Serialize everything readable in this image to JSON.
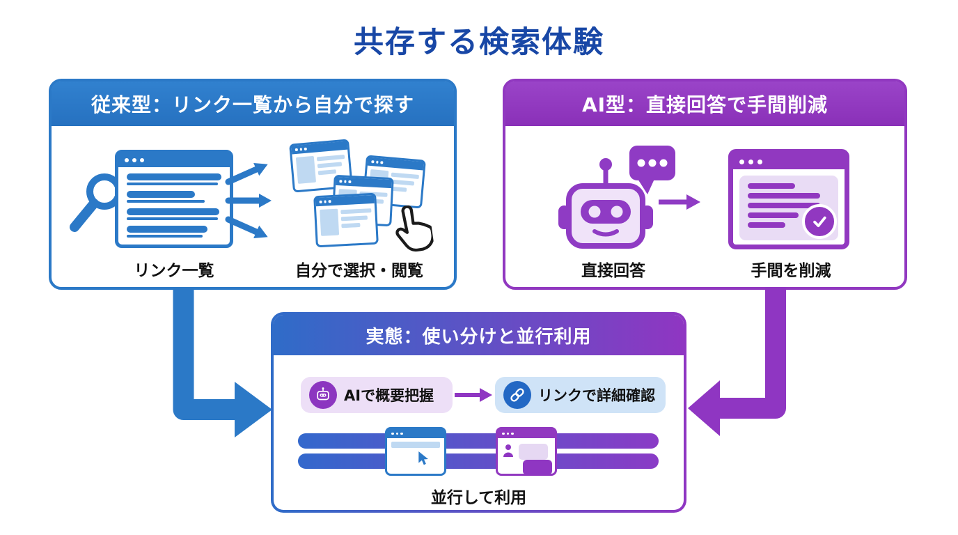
{
  "title": "共存する検索体験",
  "colors": {
    "title_navy": "#1847A6",
    "blue": "#2B79C7",
    "light_blue": "#BFD9F2",
    "pale_blue_pill": "#CFE3F7",
    "purple": "#9138C0",
    "lavender": "#EDDFF7",
    "gradient_blue": "#2F6CC8",
    "gradient_purple": "#8F36C2"
  },
  "panel_traditional": {
    "header": "従来型：リンク一覧から自分で探す",
    "label_links": "リンク一覧",
    "label_browse": "自分で選択・閲覧"
  },
  "panel_ai": {
    "header": "AI型：直接回答で手間削減",
    "label_answer": "直接回答",
    "label_effort": "手間を削減"
  },
  "panel_reality": {
    "header": "実態：使い分けと並行利用",
    "pill_ai": "AIで概要把握",
    "pill_link": "リンクで詳細確認",
    "label_parallel": "並行して利用"
  },
  "icons": {
    "magnifier": "magnifying-glass",
    "browser_window": "browser window with title-bar dots",
    "fan_arrows": "three arrows fanning out",
    "hand_pointer": "pointing hand cursor",
    "robot": "robot head with antenna",
    "speech_bubble": "chat bubble with three dots",
    "check": "checkmark in circle",
    "link": "chain link",
    "cursor": "mouse pointer arrow",
    "person": "person silhouette",
    "elbow_arrow": "thick L-shaped flow arrow"
  }
}
